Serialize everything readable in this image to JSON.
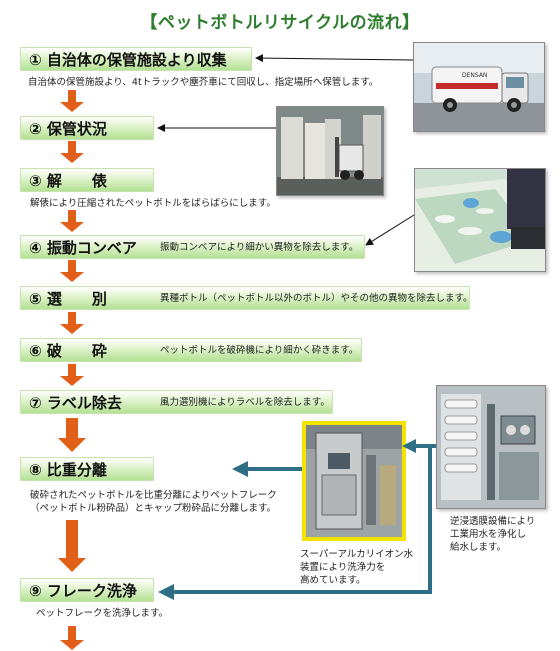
{
  "title": "【ペットボトルリサイクルの流れ】",
  "steps": [
    {
      "label": "① 自治体の保管施設より収集",
      "note": "自治体の保管施設より、4tトラックや塵芥車にて回収し、指定場所へ保管します。"
    },
    {
      "label": "② 保管状況",
      "note": ""
    },
    {
      "label": "③ 解　　俵",
      "note": "解俵により圧縮されたペットボトルをばらばらにします。"
    },
    {
      "label": "④ 振動コンベア",
      "note": "振動コンベアにより細かい異物を除去します。"
    },
    {
      "label": "⑤ 選　　別",
      "note": "異種ボトル（ペットボトル以外のボトル）やその他の異物を除去します。"
    },
    {
      "label": "⑥ 破　　砕",
      "note": "ペットボトルを破砕機により細かく砕きます。"
    },
    {
      "label": "⑦ ラベル除去",
      "note": "風力選別機によりラベルを除去します。"
    },
    {
      "label": "⑧ 比重分離",
      "note_lines": [
        "破砕されたペットボトルを比重分離によりペットフレーク",
        "（ペットボトル粉砕品）とキャップ粉砕品に分離します。"
      ]
    },
    {
      "label": "⑨ フレーク洗浄",
      "note": "ペットフレークを洗浄します。"
    }
  ],
  "captions": {
    "water_lines": [
      "スーパーアルカリイオン水",
      "装置により洗浄力を",
      "高めています。"
    ],
    "ro_lines": [
      "逆浸透膜設備により",
      "工業用水を浄化し",
      "給水します。"
    ],
    "truck_logo": "DENSAN"
  },
  "colors": {
    "title": "#2e7d2e",
    "down_arrow": "#e0601a",
    "blue_arrow": "#2f6f86",
    "step_bar": "#b3e193",
    "yellow_frame": "#f4e300"
  }
}
